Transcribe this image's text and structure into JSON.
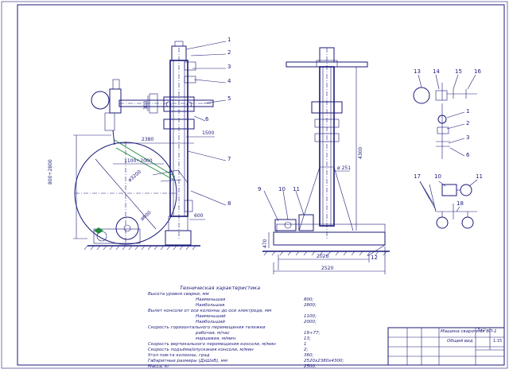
{
  "drawing": {
    "callouts_left": [
      "1",
      "2",
      "3",
      "4",
      "5",
      "6",
      "7",
      "8"
    ],
    "callouts_middle": [
      "9",
      "10",
      "11",
      "12"
    ],
    "callouts_right": [
      "13",
      "14",
      "15",
      "16",
      "1",
      "2",
      "3",
      "6",
      "17",
      "10",
      "11",
      "18"
    ],
    "dims": {
      "d_800_2800": "800÷2800",
      "d_1100_2000": "1100÷2000",
      "d_2380": "2380",
      "d_1500": "1500",
      "d_4300": "4300",
      "d_251": "ø 251",
      "d_2026": "2026",
      "d_2520": "2520",
      "d_600": "600",
      "d_diam_left": "ø3200",
      "d_diam_small": "ø600",
      "d_300": "300",
      "d_470": "470"
    }
  },
  "spec": {
    "title": "Техническая характеристика",
    "rows": [
      {
        "label": "Высота уровня сварки, мм",
        "value": ""
      },
      {
        "label": "Наименьшая",
        "value": "800;",
        "indent": true
      },
      {
        "label": "Наибольшая",
        "value": "2800;",
        "indent": true
      },
      {
        "label": "Вылет консоли от оси колонны до оси электрода, мм",
        "value": ""
      },
      {
        "label": "Наименьший",
        "value": "1100;",
        "indent": true
      },
      {
        "label": "Наибольший",
        "value": "2000;",
        "indent": true
      },
      {
        "label": "Скорость горизонтального перемещения тележки",
        "value": ""
      },
      {
        "label": "рабочая, м/час",
        "value": "19÷77;",
        "indent": true
      },
      {
        "label": "маршевая, м/мин",
        "value": "13;",
        "indent": true
      },
      {
        "label": "Скорость вертикального перемещения консоли, м/мин",
        "value": "1"
      },
      {
        "label": "Скорость подъёма/опускания консоли, м/мин",
        "value": "2;"
      },
      {
        "label": "Угол пов-та колонны, град",
        "value": "360;"
      },
      {
        "label": "Габаритные размеры (ДхШхВ), мм",
        "value": "2520x2380x4300;"
      },
      {
        "label": "Масса, кг",
        "value": "2500."
      }
    ]
  },
  "title_block": {
    "name": "Машина сварочная ВП-1",
    "view": "Общий вид",
    "sheet": "Лист",
    "scale": "1:15"
  }
}
